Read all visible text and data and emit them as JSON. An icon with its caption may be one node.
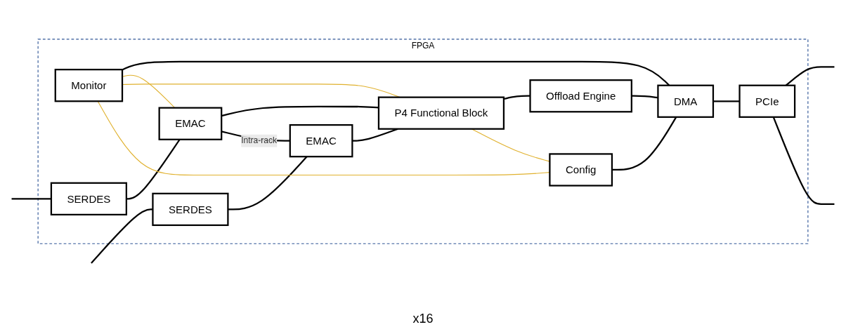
{
  "diagram": {
    "nodes": [
      {
        "text": [
          "FPGA"
        ]
      },
      {
        "text": [
          "Monitor"
        ],
        "in": 0
      },
      {
        "text": [
          "Config"
        ],
        "in": 0
      },
      {
        "text": [
          "SERDES"
        ],
        "in": 0
      },
      {
        "text": [
          "EMAC"
        ],
        "in": 0
      },
      {
        "text": [
          "P4 Functional Block"
        ],
        "in": 0
      },
      {
        "text": [
          "Offload Engine"
        ],
        "in": 0
      },
      {
        "text": [
          "DMA"
        ],
        "in": 0
      },
      {
        "text": [
          "PCIe"
        ],
        "in": 0
      },
      {
        "text": [
          "SERDES"
        ],
        "in": 0
      },
      {
        "text": [
          "EMAC"
        ],
        "in": 0
      }
    ],
    "edges": [
      {
        "from": null,
        "to": 3,
        "arrow": "none"
      },
      {
        "from": 3,
        "to": 4,
        "arrow": "none"
      },
      {
        "from": 4,
        "to": 5,
        "arrow": "none"
      },
      {
        "from": null,
        "to": 9,
        "arrow": "none"
      },
      {
        "from": 9,
        "to": 10,
        "arrow": "none"
      },
      {
        "from": 10,
        "to": 5,
        "arrow": "none"
      },
      {
        "from": 4,
        "to": 10,
        "label": "Intra-rack",
        "arrow": "none"
      },
      {
        "from": 5,
        "to": 6,
        "arrow": "none"
      },
      {
        "from": 6,
        "to": 7,
        "arrow": "none"
      },
      {
        "from": 7,
        "to": 8,
        "arrow": "none"
      },
      {
        "from": 8,
        "to": null,
        "arrow": "none"
      },
      {
        "from": 8,
        "to": null,
        "arrow": "none"
      },
      {
        "from": 1,
        "to": 7,
        "arrow": "none"
      },
      {
        "from": 2,
        "to": 7,
        "arrow": "none"
      },
      {
        "from": 1,
        "to": 4,
        "arrow": "none",
        "color": "#e0b12e"
      },
      {
        "from": 1,
        "to": 5,
        "arrow": "none",
        "color": "#e0b12e"
      },
      {
        "from": 1,
        "to": 2,
        "arrow": "none",
        "color": "#e0b12e"
      },
      {
        "from": 5,
        "to": 2,
        "arrow": "none",
        "color": "#e0b12e"
      }
    ],
    "labels": [
      "x16"
    ]
  }
}
